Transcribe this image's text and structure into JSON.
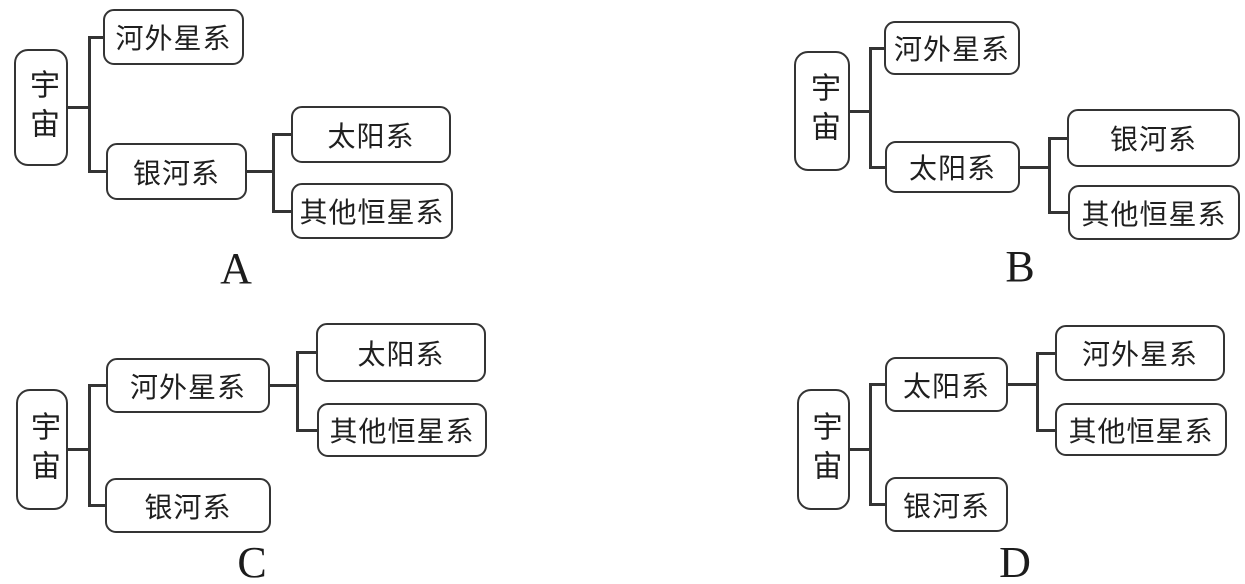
{
  "background_color": "#ffffff",
  "ink_color": "#343434",
  "diagrams": [
    {
      "label": "A",
      "root": "宇宙",
      "branch_top": "河外星系",
      "branch_bottom": "银河系",
      "leaf_top": "太阳系",
      "leaf_bottom": "其他恒星系",
      "expanded_branch": "bottom"
    },
    {
      "label": "B",
      "root": "宇宙",
      "branch_top": "河外星系",
      "branch_bottom": "太阳系",
      "leaf_top": "银河系",
      "leaf_bottom": "其他恒星系",
      "expanded_branch": "bottom"
    },
    {
      "label": "C",
      "root": "宇宙",
      "branch_top": "河外星系",
      "branch_bottom": "银河系",
      "leaf_top": "太阳系",
      "leaf_bottom": "其他恒星系",
      "expanded_branch": "top"
    },
    {
      "label": "D",
      "root": "宇宙",
      "branch_top": "太阳系",
      "branch_bottom": "银河系",
      "leaf_top": "河外星系",
      "leaf_bottom": "其他恒星系",
      "expanded_branch": "top"
    }
  ]
}
